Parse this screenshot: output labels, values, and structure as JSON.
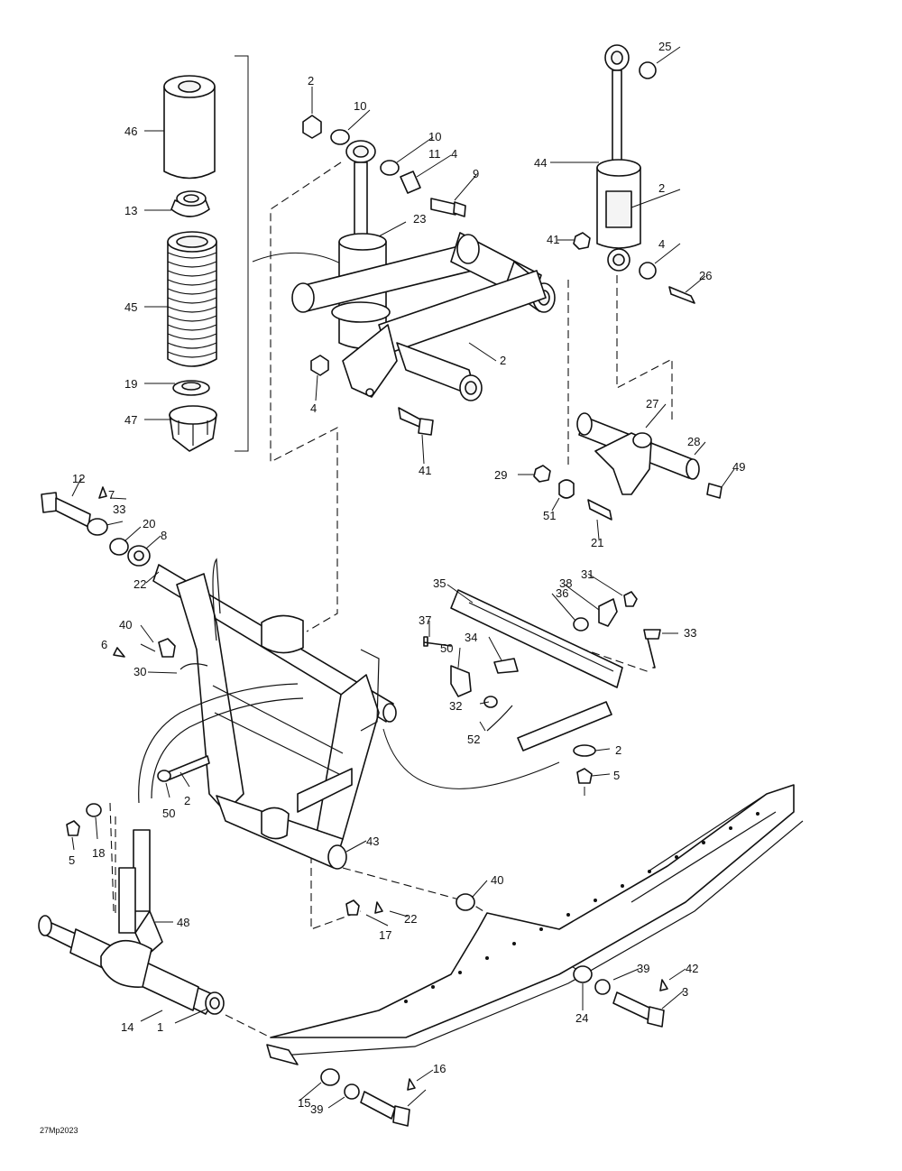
{
  "diagram": {
    "reference_code": "27Mp2023",
    "callouts": [
      "46",
      "13",
      "45",
      "19",
      "47",
      "2",
      "10",
      "10",
      "11",
      "4",
      "9",
      "23",
      "2",
      "4",
      "41",
      "25",
      "44",
      "2",
      "41",
      "4",
      "26",
      "27",
      "28",
      "49",
      "29",
      "51",
      "21",
      "12",
      "7",
      "33",
      "20",
      "8",
      "22",
      "40",
      "6",
      "30",
      "35",
      "36",
      "38",
      "31",
      "37",
      "34",
      "50",
      "33",
      "32",
      "52",
      "2",
      "5",
      "50",
      "2",
      "5",
      "18",
      "43",
      "40",
      "22",
      "17",
      "48",
      "14",
      "1",
      "39",
      "42",
      "24",
      "3",
      "15",
      "39",
      "16"
    ]
  }
}
